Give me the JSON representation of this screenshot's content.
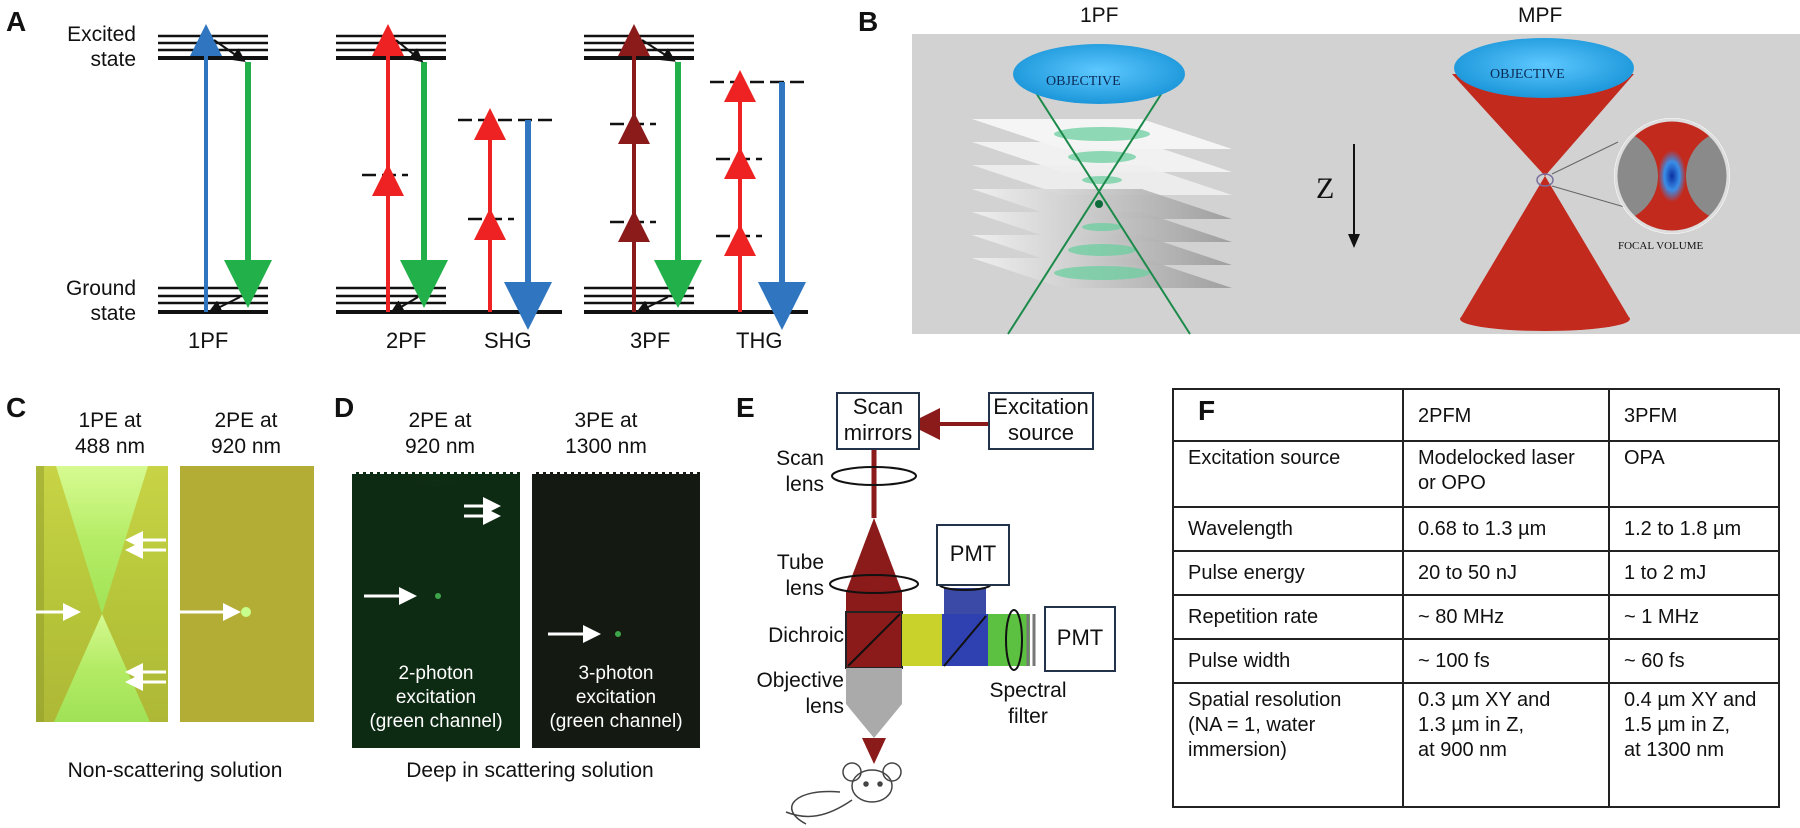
{
  "panelA": {
    "label": "A",
    "excited_state": "Excited\nstate",
    "ground_state": "Ground\nstate",
    "processes": [
      "1PF",
      "2PF",
      "SHG",
      "3PF",
      "THG"
    ]
  },
  "panelB": {
    "label": "B",
    "left_title": "1PF",
    "right_title": "MPF",
    "objective": "OBJECTIVE",
    "z_axis": "Z",
    "focal_volume": "FOCAL VOLUME"
  },
  "panelC": {
    "label": "C",
    "left_title": "1PE at\n488 nm",
    "right_title": "2PE at\n920 nm",
    "caption": "Non-scattering solution"
  },
  "panelD": {
    "label": "D",
    "left_title": "2PE at\n920 nm",
    "right_title": "3PE at\n1300 nm",
    "left_inset": "2-photon\nexcitation\n(green channel)",
    "right_inset": "3-photon\nexcitation\n(green channel)",
    "caption": "Deep in scattering solution"
  },
  "panelE": {
    "label": "E",
    "scan_mirrors": "Scan\nmirrors",
    "excitation_source": "Excitation\nsource",
    "scan_lens": "Scan\nlens",
    "tube_lens": "Tube\nlens",
    "dichroic": "Dichroic",
    "objective_lens": "Objective\nlens",
    "pmt_top": "PMT",
    "pmt_right": "PMT",
    "spectral_filter": "Spectral\nfilter"
  },
  "panelF": {
    "label": "F",
    "columns": [
      "",
      "2PFM",
      "3PFM"
    ],
    "rows": [
      [
        "Excitation source",
        "Modelocked laser\nor OPO",
        "OPA"
      ],
      [
        "Wavelength",
        "0.68 to 1.3 µm",
        "1.2 to 1.8 µm"
      ],
      [
        "Pulse energy",
        "20 to 50 nJ",
        "1 to 2 mJ"
      ],
      [
        "Repetition rate",
        "~ 80 MHz",
        "~ 1 MHz"
      ],
      [
        "Pulse width",
        "~ 100 fs",
        "~ 60 fs"
      ],
      [
        "Spatial resolution\n(NA = 1, water\nimmersion)",
        "0.3 µm XY and\n1.3 µm in Z,\nat 900 nm",
        "0.4 µm XY and\n1.5 µm in Z,\nat 1300 nm"
      ]
    ]
  },
  "colors": {
    "blue": "#2f75c0",
    "green": "#22b04a",
    "red": "#ee2222",
    "darkred": "#8b1a1a",
    "objective_blue": "#1aa0e6",
    "cone_red": "#c22a1e",
    "panelB_bg": "#d2d2d2"
  }
}
